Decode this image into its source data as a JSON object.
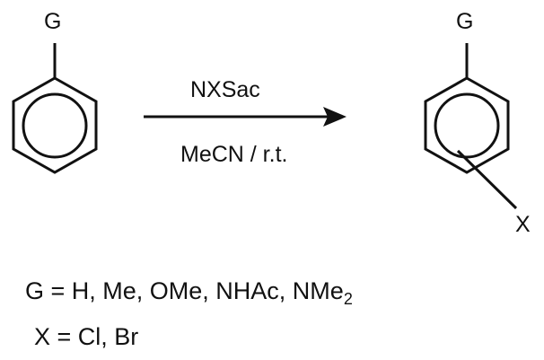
{
  "reactant": {
    "substituent_label": "G"
  },
  "reagent": {
    "above_arrow": "NXSac",
    "below_arrow": "MeCN / r.t."
  },
  "product": {
    "substituent_label": "G",
    "halogen_label": "X"
  },
  "legend": {
    "g_line_main": "G = H, Me, OMe, NHAc, NMe",
    "g_line_subscript": "2",
    "x_line": "X = Cl, Br"
  },
  "colors": {
    "ink": "#111111",
    "background": "#ffffff"
  }
}
